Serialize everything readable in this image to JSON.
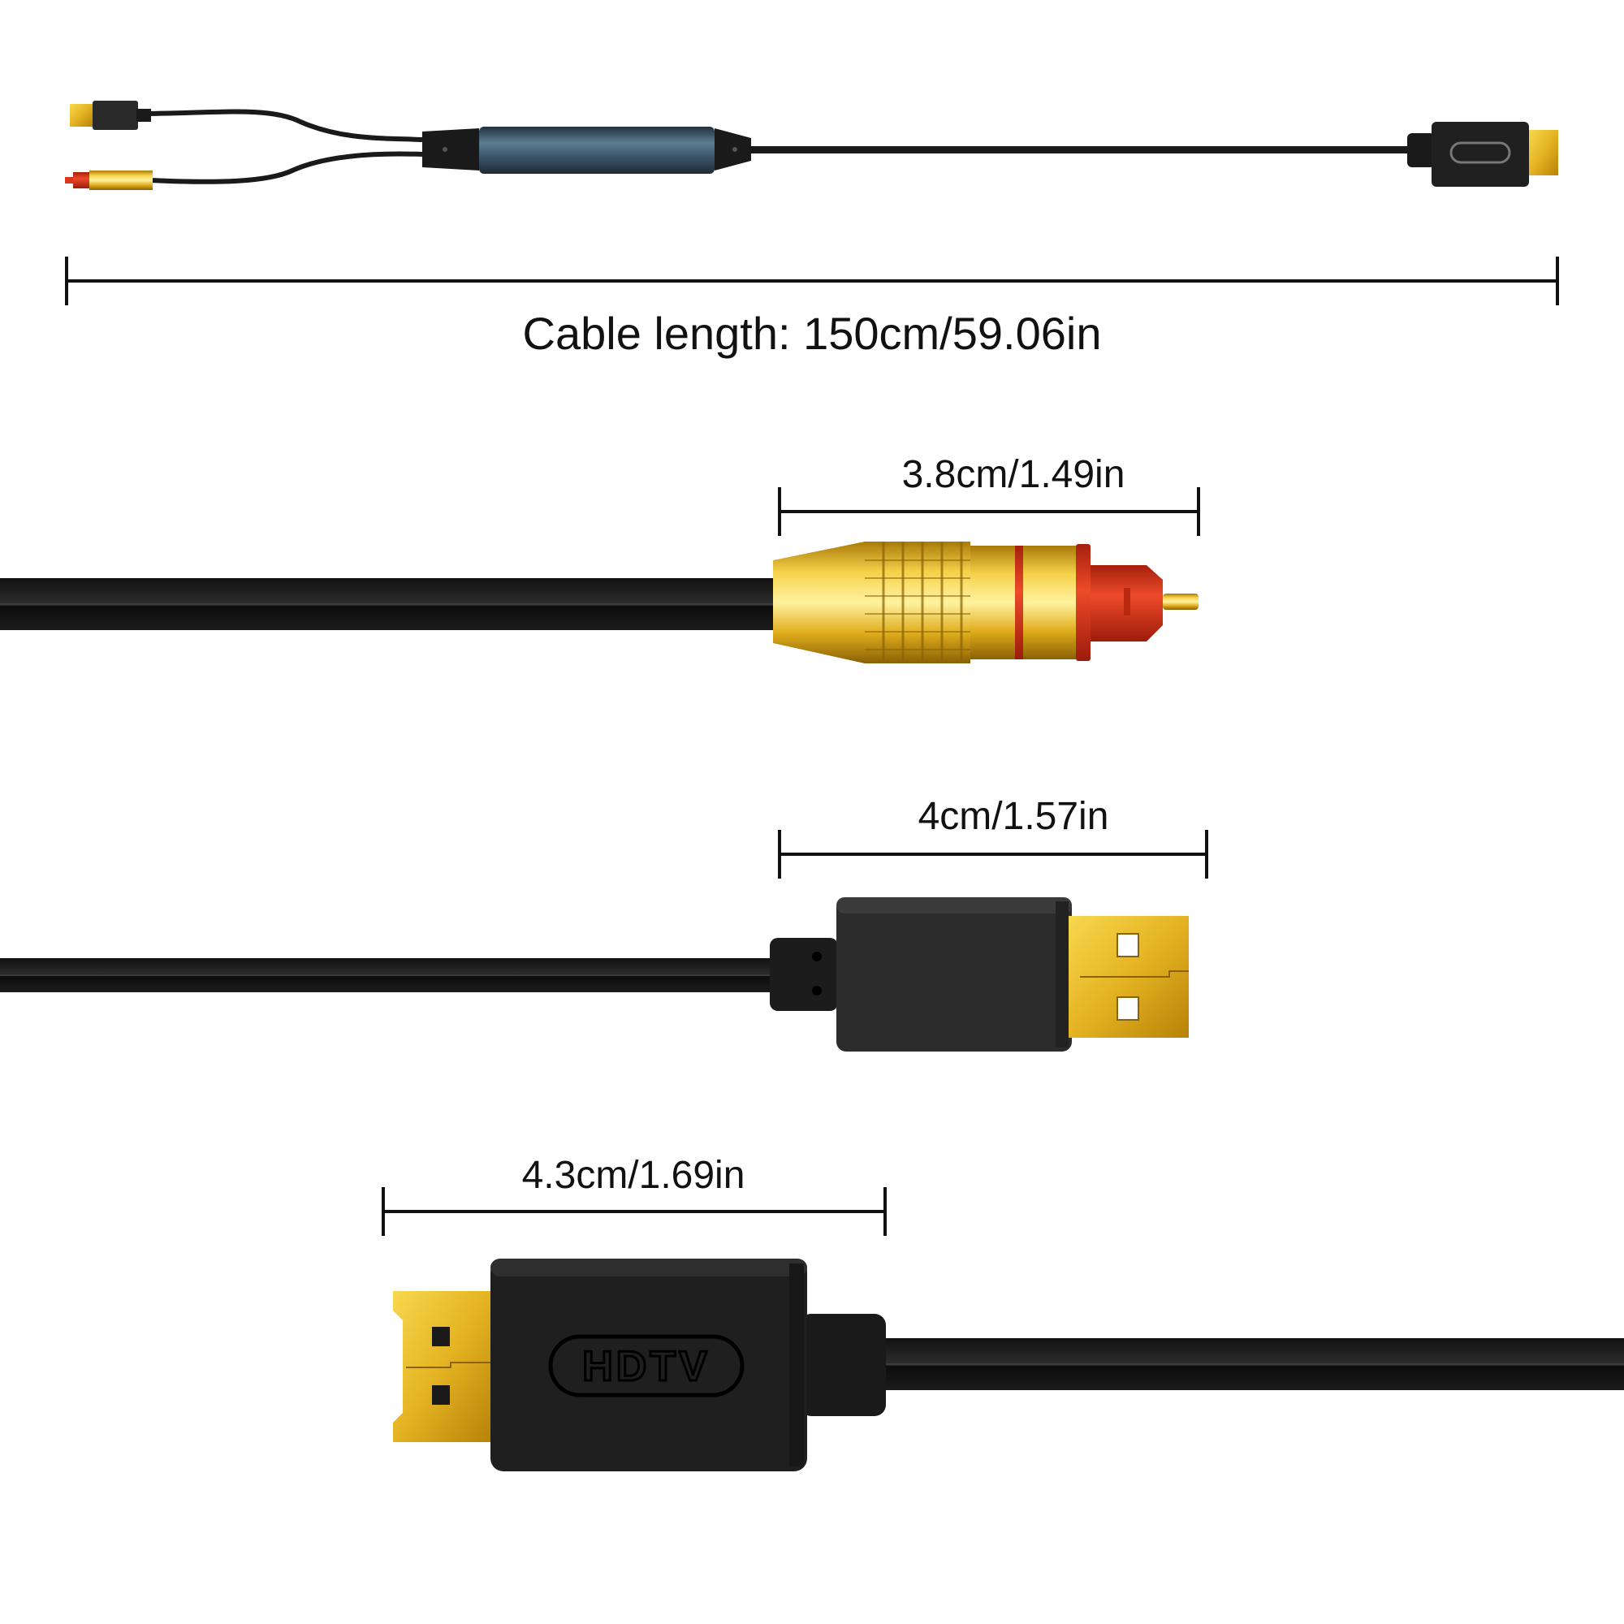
{
  "cable_length_label": "Cable length: 150cm/59.06in",
  "optical_plug": {
    "length_label": "3.8cm/1.49in"
  },
  "usb_plug": {
    "length_label": "4cm/1.57in"
  },
  "hdmi_plug": {
    "length_label": "4.3cm/1.69in",
    "logo_text": "HDTV"
  },
  "colors": {
    "cable_black": "#1a1a1a",
    "gold": "#e8b820",
    "optical_red": "#d9361e",
    "adapter_blue": "#3e5a6e",
    "dimension_line": "#111111"
  }
}
